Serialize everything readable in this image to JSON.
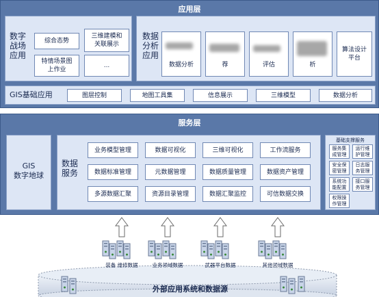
{
  "app_layer": {
    "title": "应用层",
    "battlefield": {
      "label": "数字\n战场\n应用",
      "items": [
        "综合态势",
        "三维建模和\n关联展示",
        "特情场景图\n上作业",
        "..."
      ]
    },
    "analysis": {
      "label": "数据\n分析\n应用",
      "items": [
        "数据分析",
        "荐",
        "评估",
        "析",
        "算法设计\n平台"
      ]
    },
    "gis": {
      "label": "GIS基础应用",
      "items": [
        "图层控制",
        "地图工具集",
        "信息展示",
        "三维模型",
        "数据分析"
      ]
    }
  },
  "service_layer": {
    "title": "服务层",
    "gis_label": "GIS\n数字地球",
    "data_service_label": "数据\n服务",
    "grid": [
      [
        "业务模型管理",
        "数据可视化",
        "三维可视化",
        "工作流服务"
      ],
      [
        "数据标准管理",
        "元数据管理",
        "数据质量管理",
        "数据资产管理"
      ],
      [
        "多源数据汇聚",
        "资源目录管理",
        "数据汇聚监控",
        "可信数据交换"
      ]
    ],
    "support": {
      "title": "基础支撑服务",
      "items": [
        [
          "服务集\n成管理",
          "运行维\n护管理"
        ],
        [
          "安全保\n密管理",
          "日志服\n务管理"
        ],
        [
          "系统功\n能配置",
          "接口服\n务管理"
        ],
        [
          "权限操\n作管理",
          ""
        ]
      ]
    }
  },
  "source_layer": {
    "title": "外部应用系统和数据源",
    "sources": [
      "装备 维修数据",
      "业务领域数据",
      "武器平台数据",
      "其他领域数据"
    ]
  },
  "colors": {
    "layer_bg": "#5a78a8",
    "panel_bg": "#dde6f5",
    "box_border": "#6f87b3",
    "arrow": "#ffffff",
    "server": "#c8d4e8"
  }
}
